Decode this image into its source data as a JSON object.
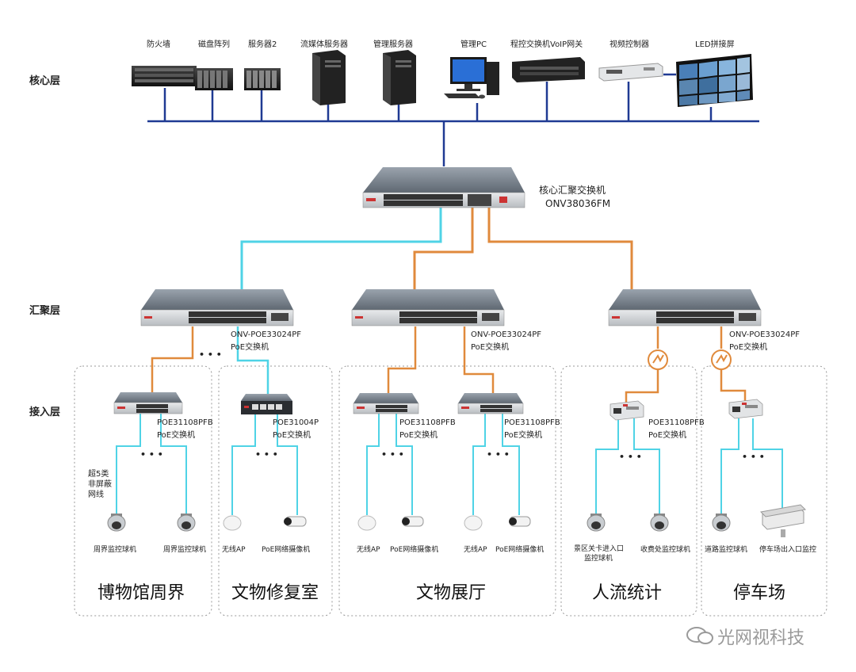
{
  "layers": {
    "core": "核心层",
    "aggregation": "汇聚层",
    "access": "接入层"
  },
  "core_devices": [
    {
      "label": "防火墙",
      "icon": "firewall-icon"
    },
    {
      "label": "磁盘阵列",
      "icon": "disk-array-icon"
    },
    {
      "label": "服务器2",
      "icon": "server-icon"
    },
    {
      "label": "流媒体服务器",
      "icon": "tower-server-icon"
    },
    {
      "label": "管理服务器",
      "icon": "tower-server-icon"
    },
    {
      "label": "管理PC",
      "icon": "desktop-pc-icon"
    },
    {
      "label": "程控交换机VoIP网关",
      "icon": "voip-gateway-icon"
    },
    {
      "label": "视频控制器",
      "icon": "video-controller-icon"
    },
    {
      "label": "LED拼接屏",
      "icon": "led-video-wall-icon"
    }
  ],
  "core_switch": {
    "name": "核心汇聚交换机",
    "model": "ONV38036FM"
  },
  "agg_switches": [
    {
      "model": "ONV-POE33024PF",
      "type": "PoE交换机"
    },
    {
      "model": "ONV-POE33024PF",
      "type": "PoE交换机"
    },
    {
      "model": "ONV-POE33024PF",
      "type": "PoE交换机"
    }
  ],
  "access_switches": [
    {
      "model": "POE31108PFB",
      "type": "PoE交换机"
    },
    {
      "model": "POE31004P",
      "type": "PoE交换机"
    },
    {
      "model": "POE31108PFB",
      "type": "PoE交换机"
    },
    {
      "model": "POE31108PFB",
      "type": "PoE交换机"
    },
    {
      "model": "POE31108PFB",
      "type": "PoE交换机"
    }
  ],
  "cable_note": [
    "超5类",
    "非屏蔽",
    "网线"
  ],
  "ellipsis": "• • •",
  "endpoints": [
    {
      "label": "周界监控球机",
      "icon": "dome-camera-icon"
    },
    {
      "label": "周界监控球机",
      "icon": "dome-camera-icon"
    },
    {
      "label": "无线AP",
      "icon": "wireless-ap-icon"
    },
    {
      "label": "PoE网络摄像机",
      "icon": "bullet-camera-icon"
    },
    {
      "label": "无线AP",
      "icon": "wireless-ap-icon"
    },
    {
      "label": "PoE网络摄像机",
      "icon": "bullet-camera-icon"
    },
    {
      "label": "无线AP",
      "icon": "wireless-ap-icon"
    },
    {
      "label": "PoE网络摄像机",
      "icon": "bullet-camera-icon"
    },
    {
      "label": "景区关卡进入口",
      "label2": "监控球机",
      "icon": "dome-camera-icon"
    },
    {
      "label": "收费处监控球机",
      "icon": "dome-camera-icon"
    },
    {
      "label": "道路监控球机",
      "icon": "dome-camera-icon"
    },
    {
      "label": "停车场出入口监控",
      "icon": "box-camera-icon"
    }
  ],
  "zones": [
    "博物馆周界",
    "文物修复室",
    "文物展厅",
    "人流统计",
    "停车场"
  ],
  "watermark": "光网视科技",
  "colors": {
    "bus": "#1f3a93",
    "cyan_link": "#4fd3e6",
    "orange_link": "#e08a3c",
    "zone_border": "#9a9a9a"
  }
}
